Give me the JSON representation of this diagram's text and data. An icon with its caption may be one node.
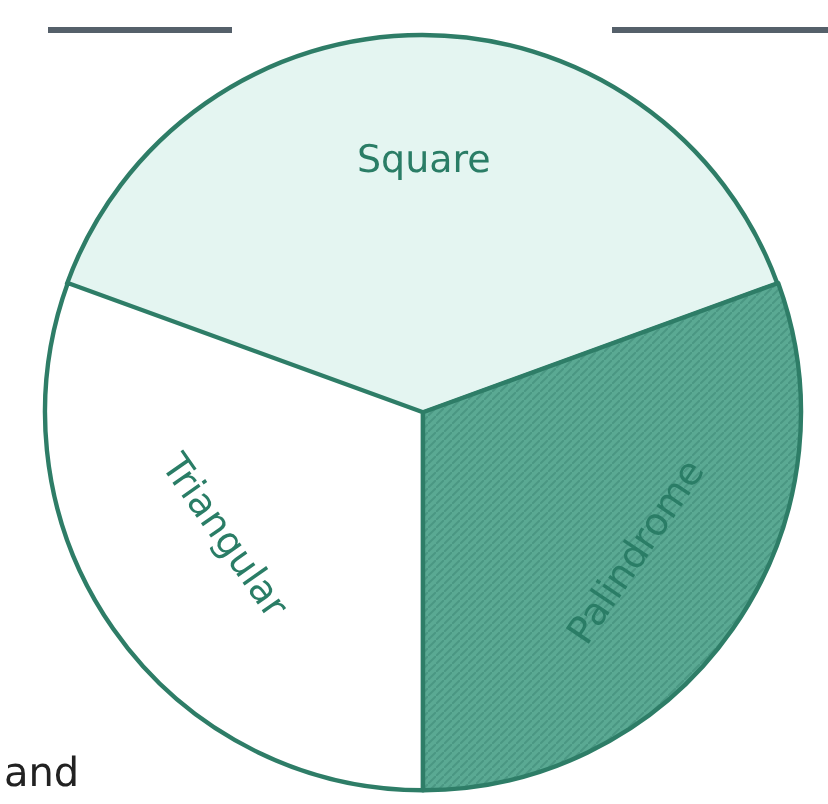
{
  "diagram": {
    "nodes": [
      {
        "text": [
          "Square"
        ]
      },
      {
        "text": [
          "Triangular"
        ]
      },
      {
        "text": [
          "Palindrome"
        ]
      }
    ],
    "labels": [
      "and"
    ]
  }
}
